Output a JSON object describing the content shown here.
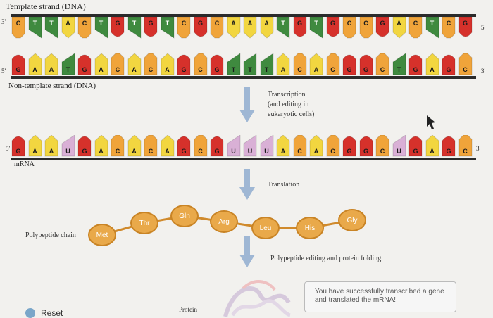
{
  "template_label": "Template strand (DNA)",
  "nontemplate_label": "Non-template strand (DNA)",
  "mrna_label": "mRNA",
  "polypeptide_label": "Polypeptide chain",
  "protein_label": "Protein",
  "step_transcription": "Transcription\n(and editing in\neukaryotic cells)",
  "step_translation": "Translation",
  "step_folding": "Polypeptide editing and protein folding",
  "primes": {
    "three": "3'",
    "five": "5'"
  },
  "template_seq": [
    "C",
    "T",
    "T",
    "A",
    "C",
    "T",
    "G",
    "T",
    "G",
    "T",
    "C",
    "G",
    "C",
    "A",
    "A",
    "A",
    "T",
    "G",
    "T",
    "G",
    "C",
    "C",
    "G",
    "A",
    "C",
    "T",
    "C",
    "G"
  ],
  "nontemplate_seq": [
    "G",
    "A",
    "A",
    "T",
    "G",
    "A",
    "C",
    "A",
    "C",
    "A",
    "G",
    "C",
    "G",
    "T",
    "T",
    "T",
    "A",
    "C",
    "A",
    "C",
    "G",
    "G",
    "C",
    "T",
    "G",
    "A",
    "G",
    "C"
  ],
  "mrna_seq": [
    "G",
    "A",
    "A",
    "U",
    "G",
    "A",
    "C",
    "A",
    "C",
    "A",
    "G",
    "C",
    "G",
    "U",
    "U",
    "U",
    "A",
    "C",
    "A",
    "C",
    "G",
    "G",
    "C",
    "U",
    "G",
    "A",
    "G",
    "C"
  ],
  "amino_acids": [
    "Met",
    "Thr",
    "Gln",
    "Arg",
    "Leu",
    "His",
    "Gly"
  ],
  "colors": {
    "A": "#f2d640",
    "T": "#3f8a3f",
    "G": "#d6312b",
    "C": "#f0a43a",
    "U": "#d9b0d6"
  },
  "message": "You have successfully transcribed a gene and translated the mRNA!",
  "reset_label": "Reset"
}
